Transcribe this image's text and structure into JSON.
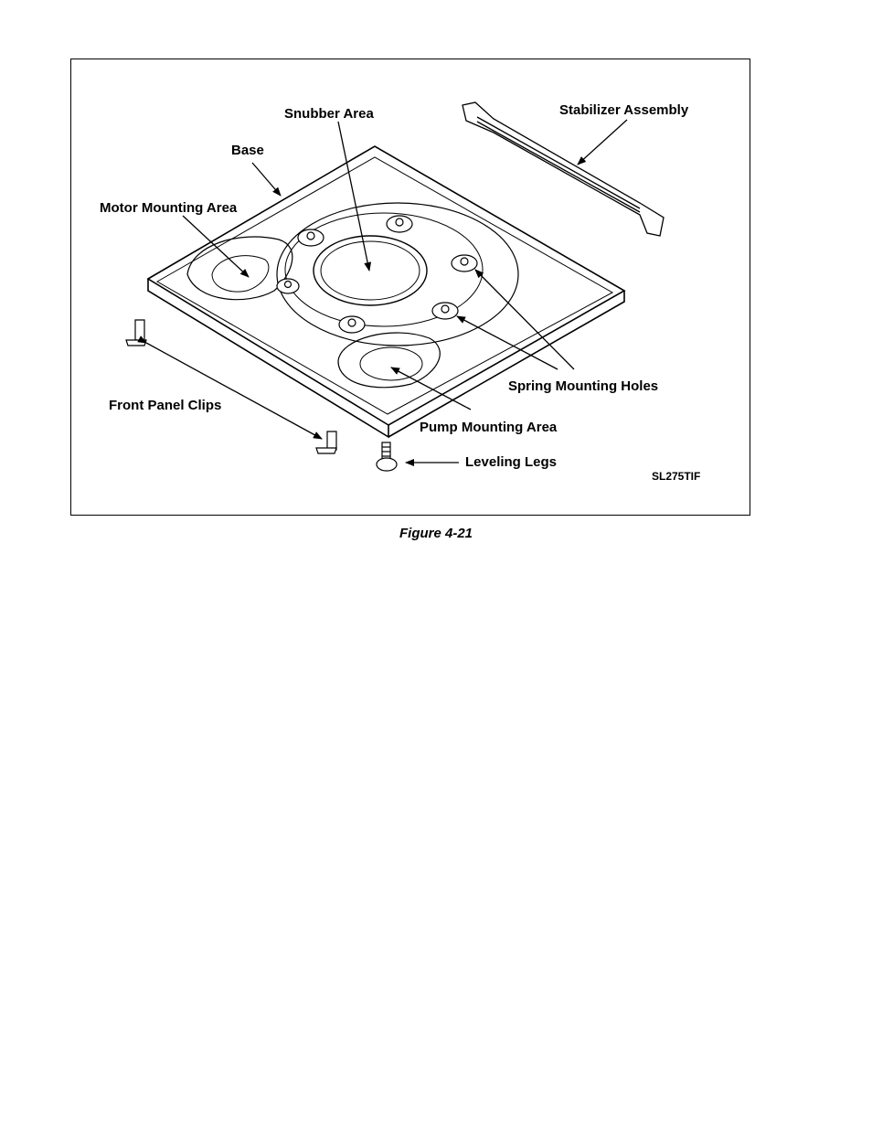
{
  "figure": {
    "caption": "Figure 4-21",
    "code": "SL275TIF",
    "labels": {
      "snubber": "Snubber Area",
      "stabilizer": "Stabilizer Assembly",
      "base": "Base",
      "motor": "Motor Mounting Area",
      "front_clips": "Front Panel Clips",
      "spring_holes": "Spring Mounting Holes",
      "pump": "Pump Mounting Area",
      "leveling": "Leveling Legs"
    }
  },
  "colors": {
    "line": "#000000",
    "background": "#ffffff"
  }
}
